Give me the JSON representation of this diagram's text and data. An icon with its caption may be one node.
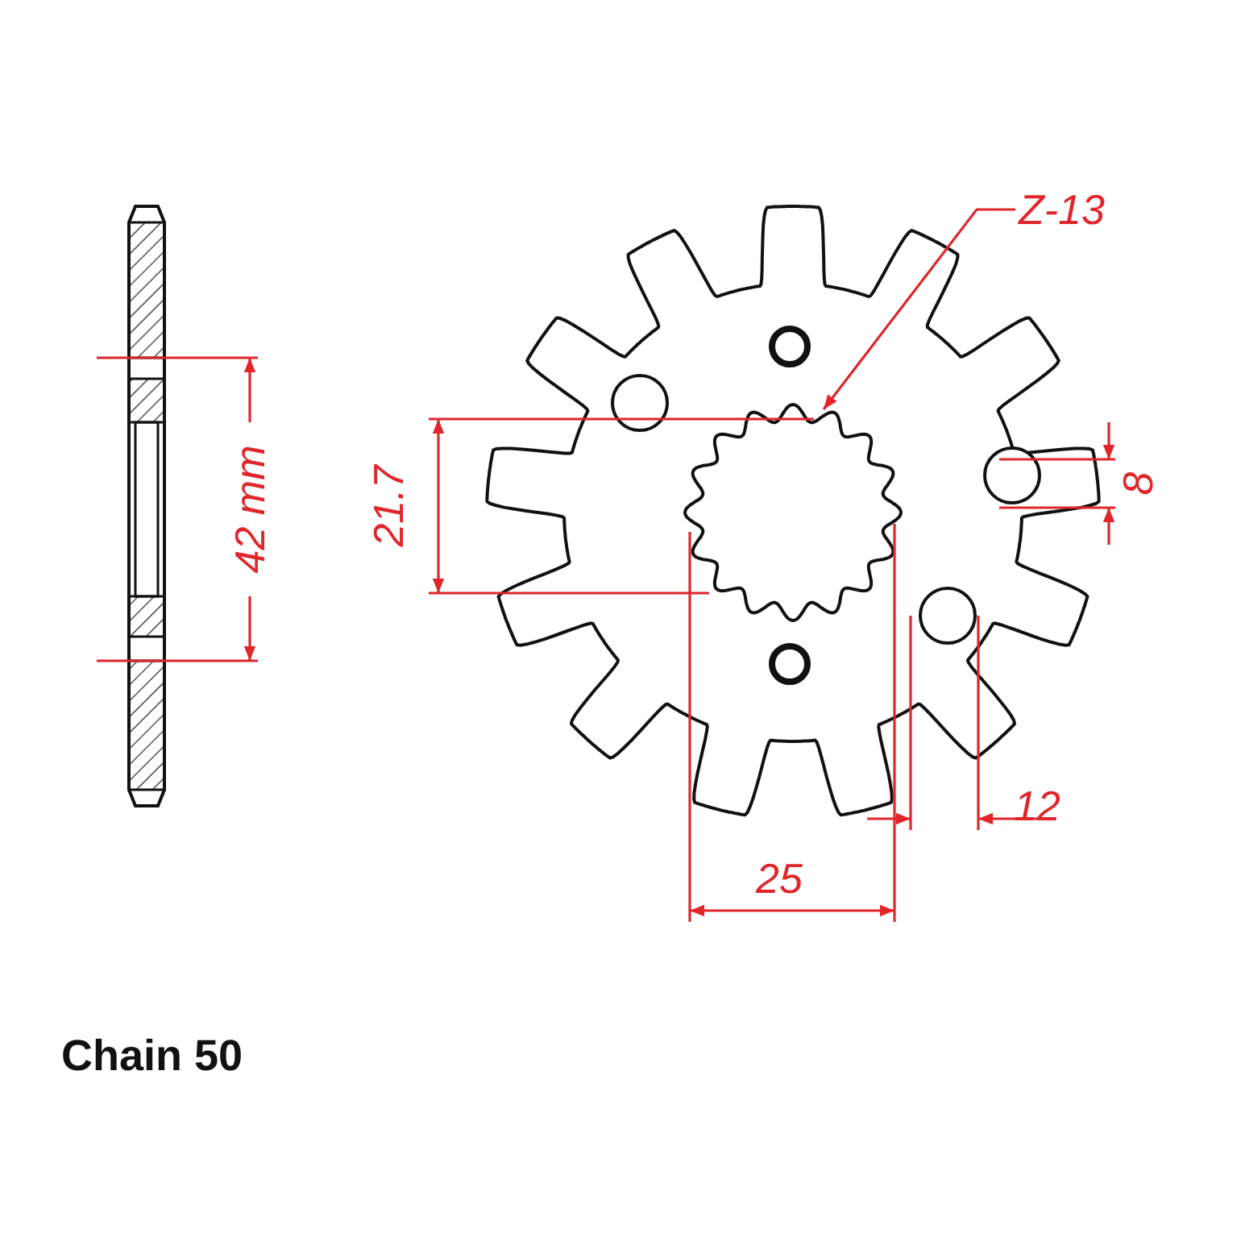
{
  "diagram": {
    "nodes": [
      {
        "text": [
          "Z-13"
        ]
      },
      {
        "text": [],
        "shape": "picture"
      }
    ],
    "edges": [
      {
        "from": 0,
        "to": 1,
        "arrow": "to"
      }
    ],
    "labels": [
      "42 mm",
      "21.7",
      "8",
      "12",
      "25",
      "Chain 50"
    ]
  }
}
